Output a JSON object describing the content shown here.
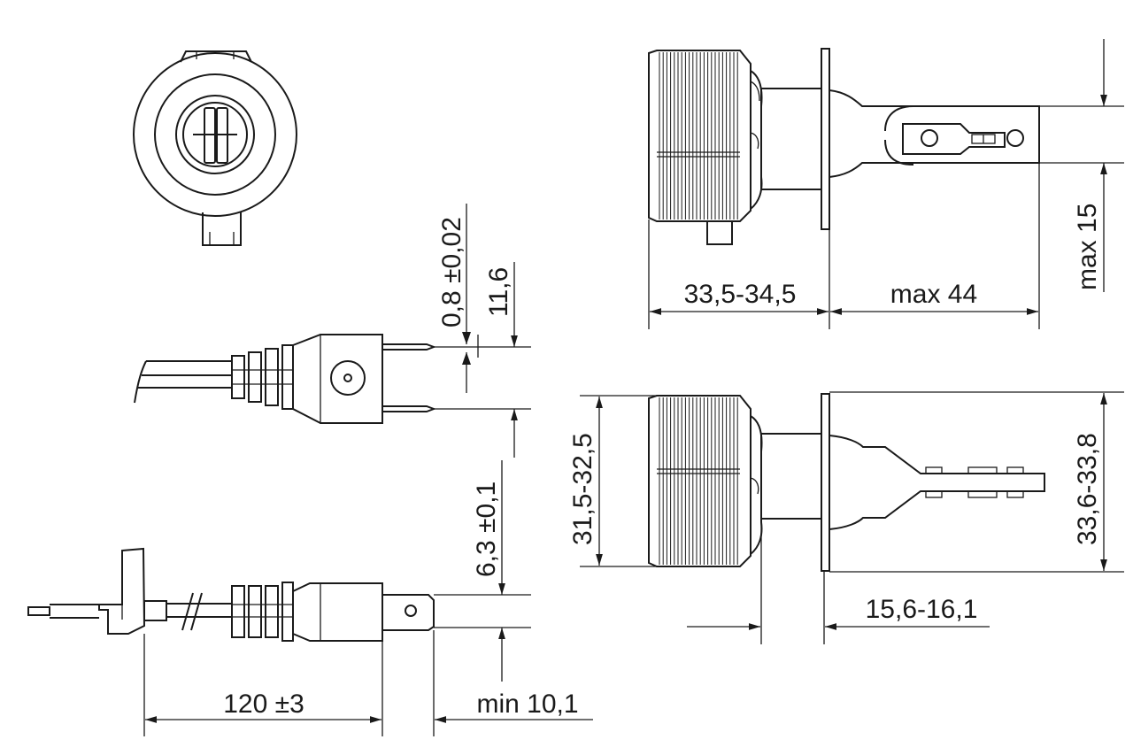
{
  "colors": {
    "ink": "#1a1a1a",
    "paper": "#ffffff"
  },
  "dimensions": {
    "pin_thickness": "0,8 ±0,02",
    "pin_spacing": "11,6",
    "base_length": "33,5-34,5",
    "max_length": "max 44",
    "max_height": "max 15",
    "cable_length": "120 ±3",
    "min_length": "min 10,1",
    "pin_width": "6,3 ±0,1",
    "heatsink_diameter": "31,5-32,5",
    "flange_diameter": "33,6-33,8",
    "lamp_distance": "15,6-16,1"
  }
}
